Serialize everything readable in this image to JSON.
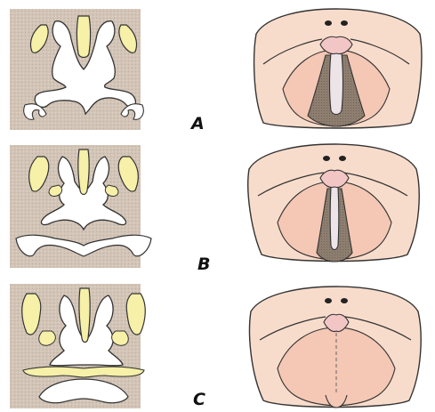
{
  "colors": {
    "tissue_bg": "#cfc1b3",
    "cavity": "#ffffff",
    "bone": "#f6f0a8",
    "outline": "#333333",
    "skin": "#f8dccb",
    "palate_pink": "#f4c8b4",
    "cleft_shadow": "#8a7a6c",
    "vomer": "#ede4e8",
    "dark": "#222222"
  },
  "panels": [
    {
      "label": "A"
    },
    {
      "label": "B"
    },
    {
      "label": "C"
    }
  ]
}
